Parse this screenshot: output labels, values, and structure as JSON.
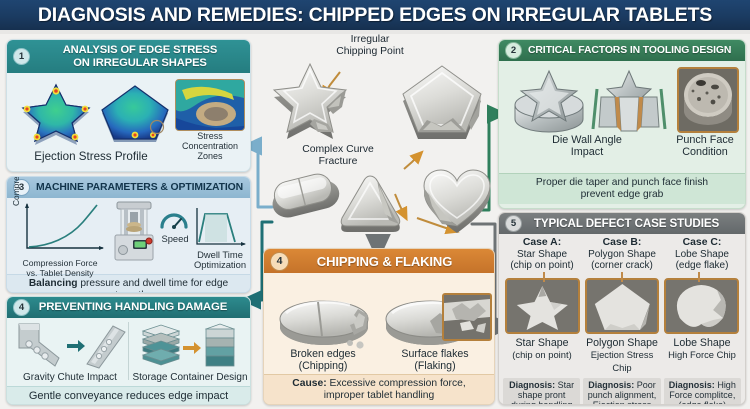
{
  "title": "DIAGNOSIS AND REMEDIES: CHIPPED EDGES ON IRREGULAR TABLETS",
  "colors": {
    "title_bar": "#1b3c63",
    "panel1_header": "#257d80",
    "panel2_header": "#2f6f4e",
    "panel3_header": "#8db6d0",
    "panel4_left_header": "#206e72",
    "panel4_center_header": "#c5732a",
    "panel5_header": "#63686a",
    "arrow_green": "#2f7f5c",
    "arrow_gray": "#6e7375",
    "arrow_teal": "#1f6f74",
    "arrow_blue": "#7aaecb",
    "arrow_orange": "#d4922f"
  },
  "panel1": {
    "number": "1",
    "title": "ANALYSIS OF EDGE STRESS ON IRREGULAR SHAPES",
    "title_line1": "ANALYSIS OF EDGE STRESS",
    "title_line2": "ON IRREGULAR SHAPES",
    "caption_main": "Ejection Stress Profile",
    "caption_inset": "Stress Concentration Zones",
    "caption_inset_lines": [
      "Stress",
      "Concentration",
      "Zones"
    ]
  },
  "panel3": {
    "number": "3",
    "title": "MACHINE PARAMETERS & OPTIMIZATION",
    "chart_y_axis": "Compression",
    "chart_caption_line1": "Compression Force",
    "chart_caption_line2": "vs. Tablet Density",
    "speed_label": "Speed",
    "dwell_caption_line1": "Dwell Time",
    "dwell_caption_line2": "Optimization",
    "footer_bold": "Balancing",
    "footer_rest": " pressure and dwell time for edge strength"
  },
  "panel4_left": {
    "number": "4",
    "title": "PREVENTING HANDLING DAMAGE",
    "caption_left": "Gravity Chute Impact",
    "caption_right": "Storage Container Design",
    "footer": "Gentle conveyance reduces edge impact"
  },
  "panel2": {
    "number": "2",
    "title": "CRITICAL FACTORS IN TOOLING DESIGN",
    "caption_left_line1": "Die Wall Angle",
    "caption_left_line2": "Impact",
    "caption_right_line1": "Punch Face",
    "caption_right_line2": "Condition",
    "footer_line1": "Proper die taper and punch face finish",
    "footer_line2": "prevent edge grab"
  },
  "panel4_center": {
    "number": "4",
    "title": "CHIPPING & FLAKING",
    "caption_left_line1": "Broken edges",
    "caption_left_line2": "(Chipping)",
    "caption_right_line1": "Surface flakes",
    "caption_right_line2": "(Flaking)",
    "footer_bold": "Cause:",
    "footer_line1": " Excessive compression force,",
    "footer_line2": "improper tablet handling"
  },
  "panel5": {
    "number": "5",
    "title": "TYPICAL DEFECT CASE STUDIES",
    "cases": [
      {
        "case_label": "Case A:",
        "case_line1": "Star Shape",
        "case_line2": "(chip on point)",
        "shape_name": "Star Shape",
        "shape_sub": "(chip on point)",
        "diagnosis_bold": "Diagnosis:",
        "diagnosis_text": " Star shape pront during handling Chip"
      },
      {
        "case_label": "Case B:",
        "case_line1": "Polygon Shape",
        "case_line2": "(corner crack)",
        "shape_name": "Polygon Shape",
        "shape_sub": "Ejection Stress Chip",
        "diagnosis_bold": "Diagnosis:",
        "diagnosis_text": " Poor punch alignment, Ejection stress Chip"
      },
      {
        "case_label": "Case C:",
        "case_line1": "Lobe Shape",
        "case_line2": "(edge flake)",
        "shape_name": "Lobe Shape",
        "shape_sub": "High Force Chip",
        "diagnosis_bold": "Diagnosis:",
        "diagnosis_text": " High Force complitce, (edge flake)"
      }
    ]
  },
  "center": {
    "label_chipping_line1": "Irregular",
    "label_chipping_line2": "Chipping Point",
    "label_fracture_line1": "Complex Curve",
    "label_fracture_line2": "Fracture",
    "shapes": [
      "star",
      "pentagon",
      "capsule",
      "triangle",
      "heart"
    ]
  }
}
